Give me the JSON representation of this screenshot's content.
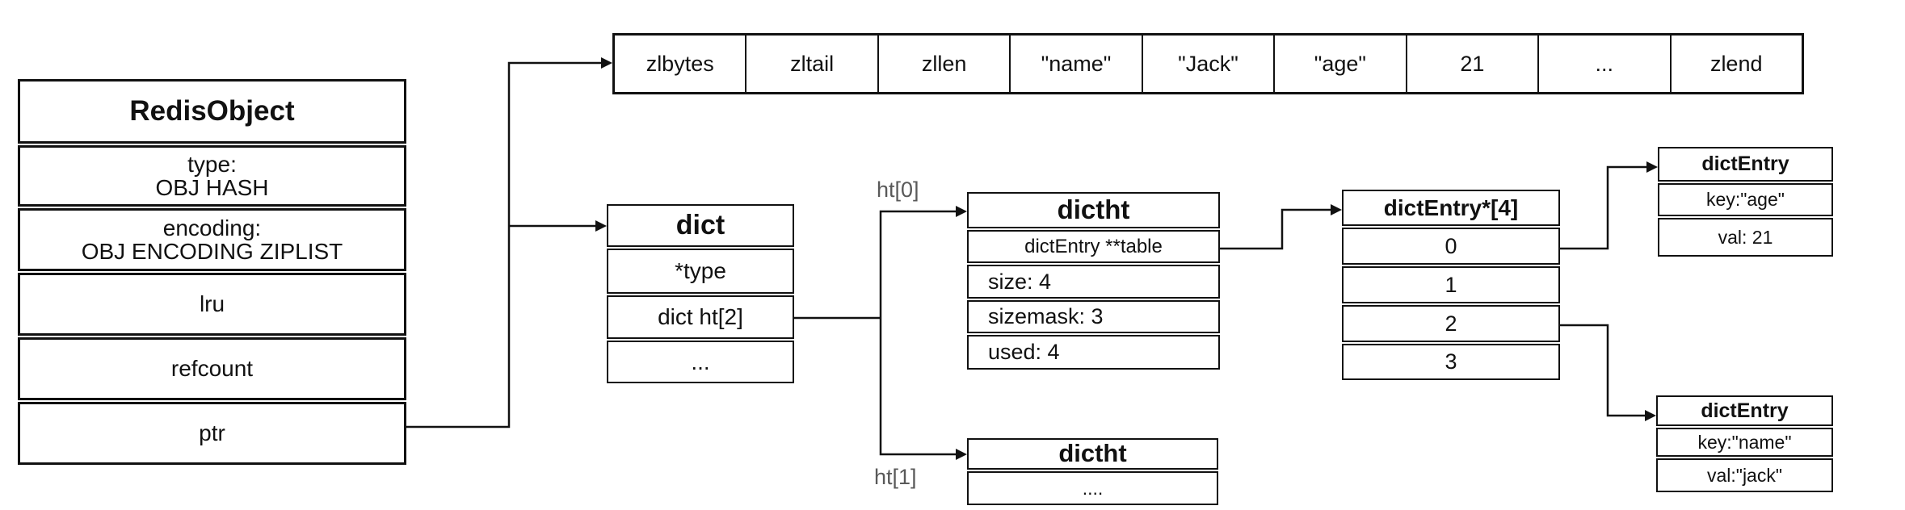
{
  "colors": {
    "ink": "#111111",
    "label_gray": "#595959",
    "background": "#ffffff"
  },
  "redis_object": {
    "title": "RedisObject",
    "type_line1": "type:",
    "type_line2": "OBJ HASH",
    "encoding_line1": "encoding:",
    "encoding_line2": "OBJ ENCODING ZIPLIST",
    "lru": "lru",
    "refcount": "refcount",
    "ptr": "ptr"
  },
  "ziplist": {
    "cells": [
      "zlbytes",
      "zltail",
      "zllen",
      "\"name\"",
      "\"Jack\"",
      "\"age\"",
      "21",
      "...",
      "zlend"
    ]
  },
  "dict": {
    "title": "dict",
    "rows": [
      "*type",
      "dict ht[2]",
      "..."
    ]
  },
  "dictht_main": {
    "title": "dictht",
    "table_row": "dictEntry **table",
    "size": "size: 4",
    "sizemask": "sizemask: 3",
    "used": "used: 4"
  },
  "dict_entry_array": {
    "title": "dictEntry*[4]",
    "slots": [
      "0",
      "1",
      "2",
      "3"
    ]
  },
  "dict_entry_age": {
    "title": "dictEntry",
    "key": "key:\"age\"",
    "val": "val: 21"
  },
  "dict_entry_name": {
    "title": "dictEntry",
    "key": "key:\"name\"",
    "val": "val:\"jack\""
  },
  "dictht_rehash": {
    "title": "dictht",
    "dots": "...."
  },
  "labels": {
    "ht0": "ht[0]",
    "ht1": "ht[1]"
  }
}
